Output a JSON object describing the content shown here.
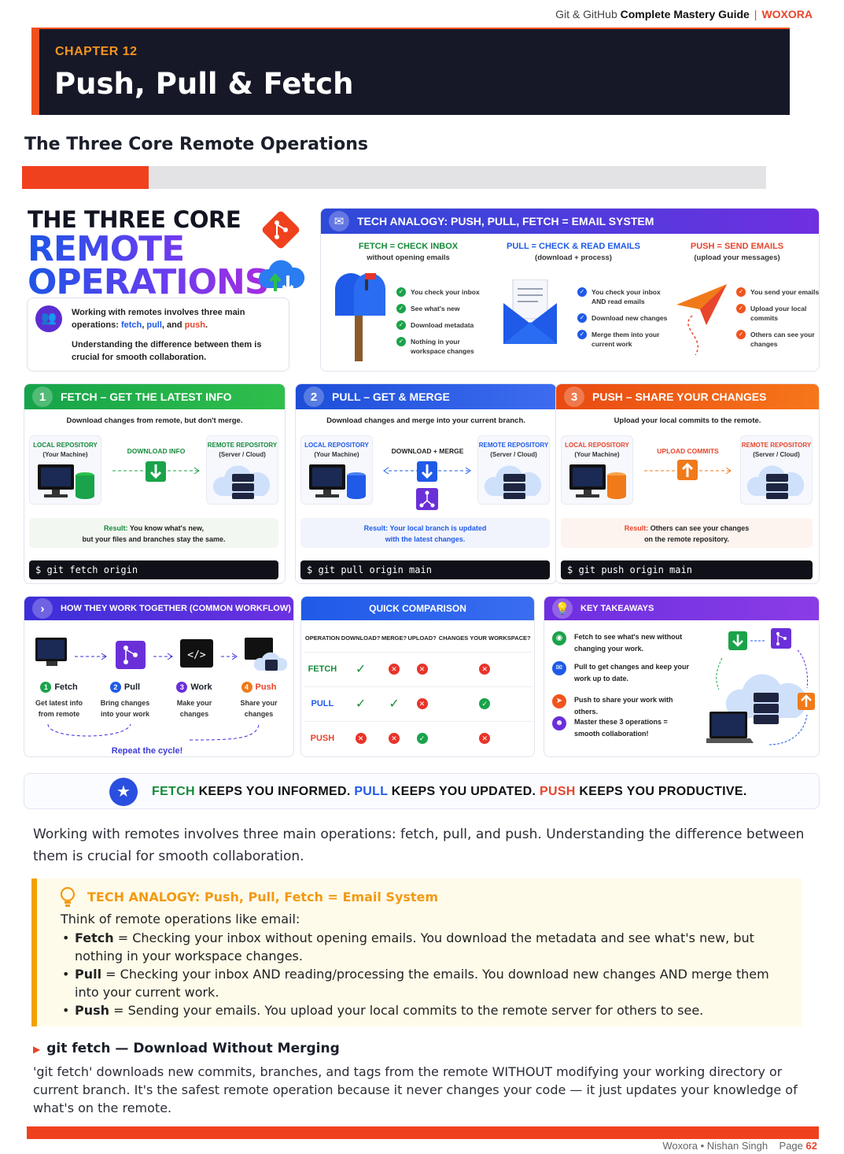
{
  "running_header": {
    "guide_prefix": "Git & GitHub",
    "guide_title": "Complete Mastery Guide",
    "separator": "|",
    "brand": "WOXORA"
  },
  "chapter": {
    "label": "CHAPTER 12",
    "title": "Push, Pull & Fetch"
  },
  "section_heading": "The Three Core Remote Operations",
  "progress": {
    "fraction": 0.17
  },
  "hero": {
    "line1": "THE THREE CORE",
    "line2": "REMOTE",
    "line3": "OPERATIONS",
    "text1_a": "Working with remotes involves three main operations: ",
    "text1_fetch": "fetch",
    "text1_comma": ", ",
    "text1_pull": "pull",
    "text1_and": ", and ",
    "text1_push": "push",
    "text1_end": ".",
    "text2": "Understanding the difference between them is crucial for smooth collaboration."
  },
  "analogy": {
    "title": "TECH ANALOGY: PUSH, PULL, FETCH = EMAIL SYSTEM",
    "cols": [
      {
        "head": "FETCH = CHECK INBOX",
        "sub": "without opening emails",
        "items": [
          "You check your inbox",
          "See what's new",
          "Download metadata",
          "Nothing in your workspace changes"
        ],
        "color": "#158a3a"
      },
      {
        "head": "PULL = CHECK & READ EMAILS",
        "sub": "(download + process)",
        "items": [
          "You check your inbox AND read emails",
          "Download new changes",
          "Merge them into your current work"
        ],
        "color": "#1f5ae8"
      },
      {
        "head": "PUSH = SEND EMAILS",
        "sub": "(upload your messages)",
        "items": [
          "You send your emails",
          "Upload your local commits",
          "Others can see your changes"
        ],
        "color": "#e8452c"
      }
    ]
  },
  "steps": [
    {
      "num": "1",
      "title": "FETCH – GET THE LATEST INFO",
      "desc": "Download changes from remote, but don't merge.",
      "local": "LOCAL REPOSITORY",
      "local_sub": "(Your Machine)",
      "remote": "REMOTE REPOSITORY",
      "remote_sub": "(Server / Cloud)",
      "action": "DOWNLOAD INFO",
      "result_label": "Result:",
      "result_a": "You know what's new,",
      "result_b": "but your files and branches stay the same.",
      "cmd": "$ git fetch origin"
    },
    {
      "num": "2",
      "title": "PULL – GET & MERGE",
      "desc": "Download changes and merge into your current branch.",
      "local": "LOCAL REPOSITORY",
      "local_sub": "(Your Machine)",
      "remote": "REMOTE REPOSITORY",
      "remote_sub": "(Server / Cloud)",
      "action": "DOWNLOAD + MERGE",
      "result_label": "Result:",
      "result_a": "Your local branch is updated",
      "result_b": "with the latest changes.",
      "cmd": "$ git pull origin main"
    },
    {
      "num": "3",
      "title": "PUSH – SHARE YOUR CHANGES",
      "desc": "Upload your local commits to the remote.",
      "local": "LOCAL REPOSITORY",
      "local_sub": "(Your Machine)",
      "remote": "REMOTE REPOSITORY",
      "remote_sub": "(Server / Cloud)",
      "action": "UPLOAD COMMITS",
      "result_label": "Result:",
      "result_a": "Others can see your changes",
      "result_b": "on the remote repository.",
      "cmd": "$ git push origin main"
    }
  ],
  "workflow": {
    "title": "HOW THEY WORK TOGETHER (COMMON WORKFLOW)",
    "items": [
      {
        "n": "1",
        "label": "Fetch",
        "desc": "Get latest info from remote",
        "color": "#1aa34a"
      },
      {
        "n": "2",
        "label": "Pull",
        "desc": "Bring changes into your work",
        "color": "#1f5ae8"
      },
      {
        "n": "3",
        "label": "Work",
        "desc": "Make your changes",
        "color": "#6b2fd9"
      },
      {
        "n": "4",
        "label": "Push",
        "desc": "Share your changes",
        "color": "#f07a1a"
      }
    ],
    "repeat": "Repeat the cycle!"
  },
  "comparison": {
    "title": "QUICK COMPARISON",
    "headers": [
      "OPERATION",
      "DOWNLOAD?",
      "MERGE?",
      "UPLOAD?",
      "CHANGES YOUR WORKSPACE?"
    ],
    "rows": [
      {
        "op": "FETCH",
        "color": "#158a3a",
        "vals": [
          "check",
          "x",
          "x",
          "x"
        ]
      },
      {
        "op": "PULL",
        "color": "#1f5ae8",
        "vals": [
          "check",
          "check",
          "x",
          "ok"
        ]
      },
      {
        "op": "PUSH",
        "color": "#e8452c",
        "vals": [
          "x",
          "x",
          "ok",
          "x"
        ]
      }
    ]
  },
  "takeaways": {
    "title": "KEY TAKEAWAYS",
    "items": [
      {
        "text": "Fetch to see what's new without changing your work.",
        "color": "#1aa34a",
        "icon": "eye-icon"
      },
      {
        "text": "Pull to get changes and keep your work up to date.",
        "color": "#1f5ae8",
        "icon": "mail-icon"
      },
      {
        "text": "Push to share your work with others.",
        "color": "#f0541e",
        "icon": "send-icon"
      },
      {
        "text": "Master these 3 operations = smooth collaboration!",
        "color": "#6b2fd9",
        "icon": "team-icon"
      }
    ]
  },
  "banner": {
    "w1": "FETCH",
    "t1": " KEEPS YOU INFORMED. ",
    "w2": "PULL",
    "t2": " KEEPS YOU UPDATED. ",
    "w3": "PUSH",
    "t3": " KEEPS YOU PRODUCTIVE."
  },
  "intro_paragraph": "Working with remotes involves three main operations: fetch, pull, and push. Understanding the difference between them is crucial for smooth collaboration.",
  "callout": {
    "title": "TECH ANALOGY: Push, Pull, Fetch = Email System",
    "intro": "Think of remote operations like email:",
    "items": [
      {
        "term": "Fetch",
        "text": " = Checking your inbox without opening emails. You download the metadata and see what's new, but nothing in your workspace changes."
      },
      {
        "term": "Pull",
        "text": " = Checking your inbox AND reading/processing the emails. You download new changes AND merge them into your current work."
      },
      {
        "term": "Push",
        "text": " = Sending your emails. You upload your local commits to the remote server for others to see."
      }
    ]
  },
  "subsection": {
    "code": "git fetch",
    "dash": " — ",
    "title": "Download Without Merging"
  },
  "subsection_body": "'git fetch' downloads new commits, branches, and tags from the remote WITHOUT modifying your working directory or current branch. It's the safest remote operation because it never changes your code — it just updates your knowledge of what's on the remote.",
  "footer": {
    "brand": "Woxora",
    "dot": "•",
    "author": "Nishan Singh",
    "page_label": "Page",
    "page": "62"
  }
}
